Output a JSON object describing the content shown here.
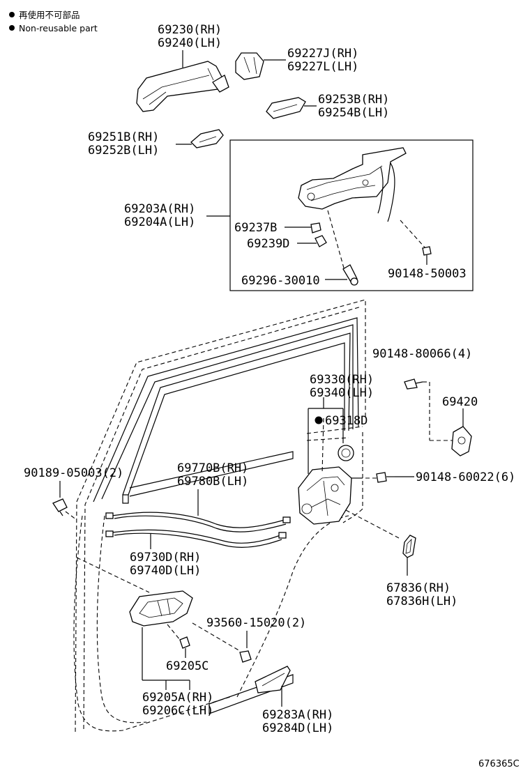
{
  "legend": {
    "item1": "再使用不可部品",
    "item2": "Non-reusable part"
  },
  "labels": {
    "p69230": "69230(RH)",
    "p69240": "69240(LH)",
    "p69227J": "69227J(RH)",
    "p69227L": "69227L(LH)",
    "p69253B": "69253B(RH)",
    "p69254B": "69254B(LH)",
    "p69251B": "69251B(RH)",
    "p69252B": "69252B(LH)",
    "p69203A": "69203A(RH)",
    "p69204A": "69204A(LH)",
    "p69237B": "69237B",
    "p69239D": "69239D",
    "p69296": "69296-30010",
    "p90148_50003": "90148-50003",
    "p90148_80066": "90148-80066(4)",
    "p69420": "69420",
    "p69330": "69330(RH)",
    "p69340": "69340(LH)",
    "p69318D": "69318D",
    "p90189": "90189-05003(2)",
    "p69770B": "69770B(RH)",
    "p69780B": "69780B(LH)",
    "p90148_60022": "90148-60022(6)",
    "p69730D": "69730D(RH)",
    "p69740D": "69740D(LH)",
    "p67836": "67836(RH)",
    "p67836H": "67836H(LH)",
    "p93560": "93560-15020(2)",
    "p69205C": "69205C",
    "p69205A": "69205A(RH)",
    "p69206C": "69206C(LH)",
    "p69283A": "69283A(RH)",
    "p69284D": "69284D(LH)"
  },
  "figure_id": "676365C"
}
